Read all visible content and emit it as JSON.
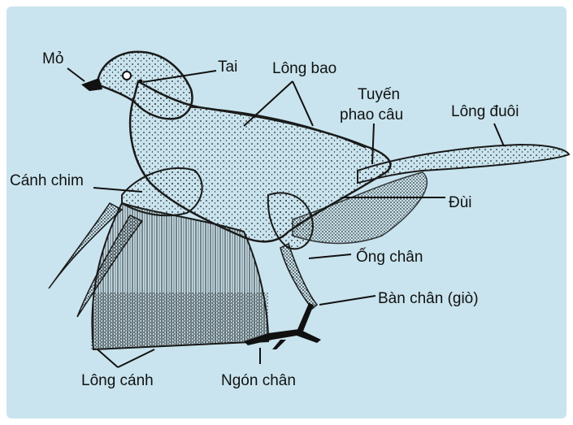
{
  "background_color": "#c9e4ee",
  "ink_color": "#1a1a1a",
  "labels": {
    "mo": "Mỏ",
    "tai": "Tai",
    "long_bao": "Lông bao",
    "tuyen_line1": "Tuyến",
    "tuyen_line2": "phao câu",
    "long_duoi": "Lông đuôi",
    "canh_chim": "Cánh chim",
    "dui": "Đùi",
    "ong_chan": "Ống chân",
    "ban_chan": "Bàn chân (giò)",
    "long_canh": "Lông cánh",
    "ngon_chan": "Ngón chân"
  }
}
